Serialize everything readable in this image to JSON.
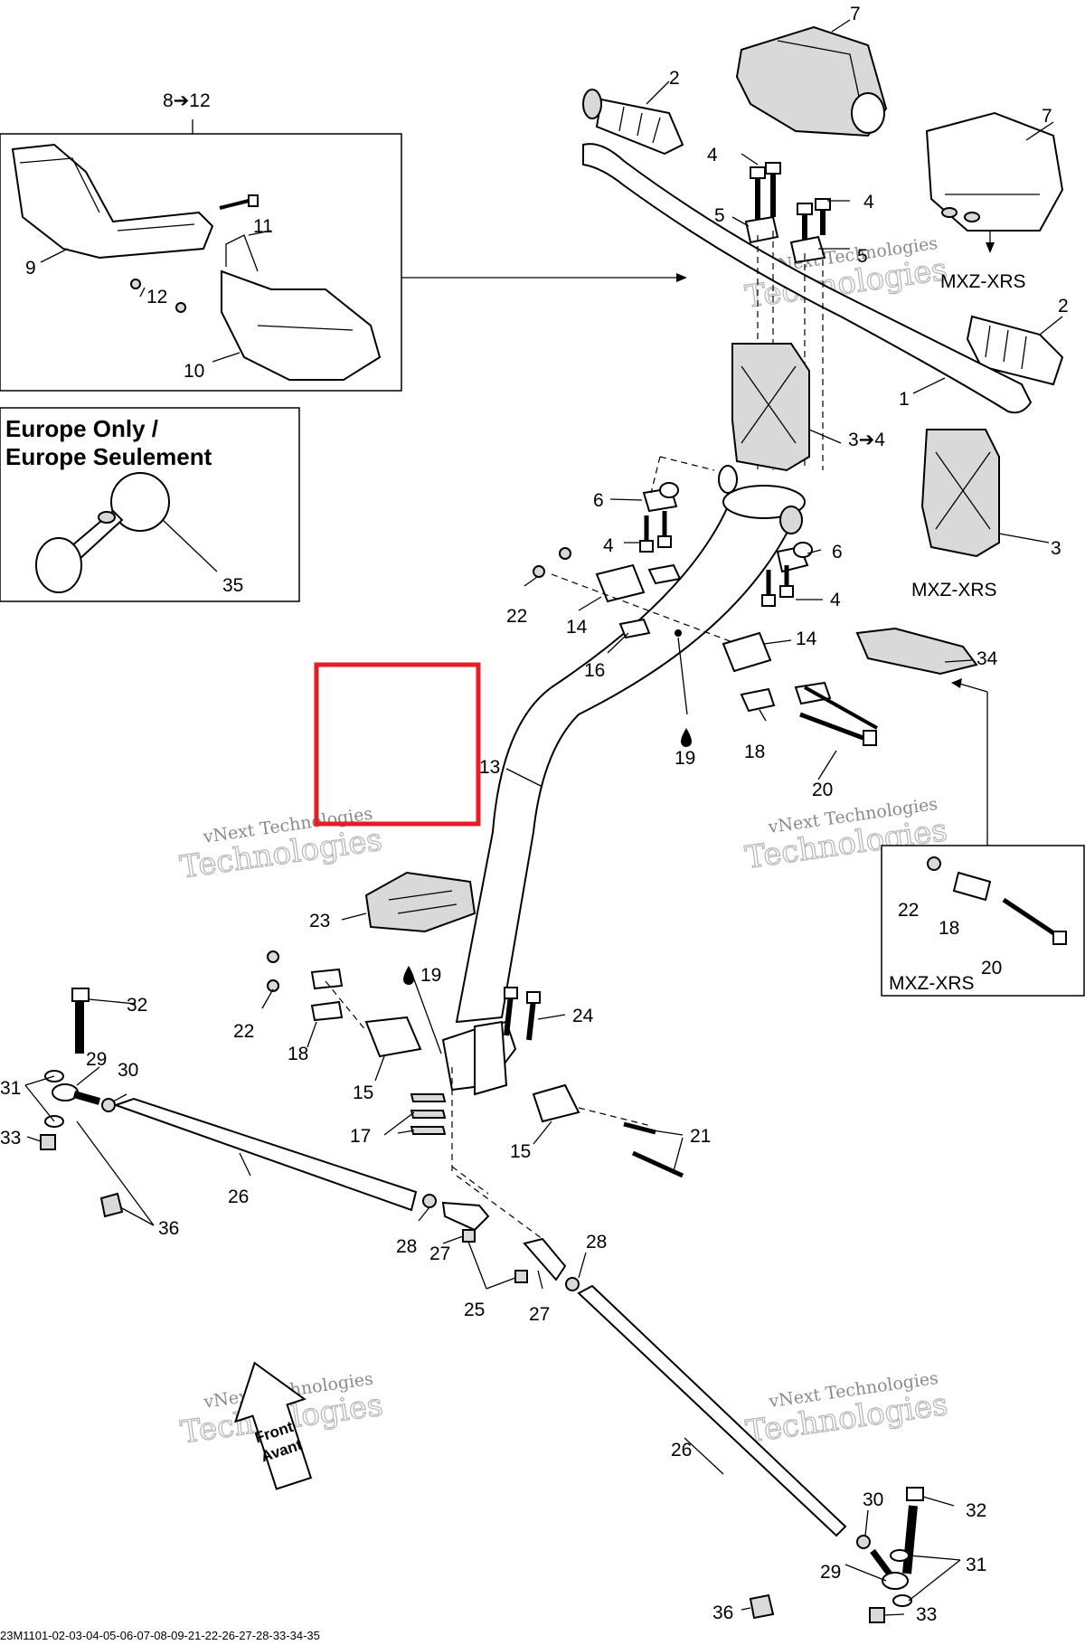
{
  "diagram": {
    "panel_europe": {
      "title_line1": "Europe Only /",
      "title_line2": "Europe Seulement"
    },
    "variant_labels": {
      "top_grip": "MXZ-XRS",
      "riser": "MXZ-XRS",
      "bolt_kit": "MXZ-XRS"
    },
    "callouts": {
      "c1": "1",
      "c2a": "2",
      "c2b": "2",
      "c3": "3",
      "c3to4": "3➔4",
      "c4a": "4",
      "c4b": "4",
      "c4c": "4",
      "c4d": "4",
      "c5a": "5",
      "c5b": "5",
      "c6a": "6",
      "c6b": "6",
      "c7a": "7",
      "c7b": "7",
      "c8to12": "8➔12",
      "c9": "9",
      "c10": "10",
      "c11": "11",
      "c12": "12",
      "c13": "13",
      "c14a": "14",
      "c14b": "14",
      "c15a": "15",
      "c15b": "15",
      "c16": "16",
      "c17": "17",
      "c18a": "18",
      "c18b": "18",
      "c18c": "18",
      "c19a": "19",
      "c19b": "19",
      "c20a": "20",
      "c20b": "20",
      "c21": "21",
      "c22a": "22",
      "c22b": "22",
      "c22c": "22",
      "c23": "23",
      "c24": "24",
      "c25": "25",
      "c26a": "26",
      "c26b": "26",
      "c27a": "27",
      "c27b": "27",
      "c28a": "28",
      "c28b": "28",
      "c29a": "29",
      "c29b": "29",
      "c30a": "30",
      "c30b": "30",
      "c31a": "31",
      "c31b": "31",
      "c32a": "32",
      "c32b": "32",
      "c33a": "33",
      "c33b": "33",
      "c34": "34",
      "c35": "35",
      "c36a": "36",
      "c36b": "36"
    },
    "front_arrow": {
      "line1": "Front",
      "line2": "Avant"
    },
    "watermark": {
      "line1": "vNext Technologies",
      "line2": "Technologies"
    },
    "footer_code": "23M1101-02-03-04-05-06-07-08-09-21-22-26-27-28-33-34-35"
  },
  "colors": {
    "highlight": "#e41e25",
    "line": "#000000",
    "watermark": "#8a8a8a"
  }
}
